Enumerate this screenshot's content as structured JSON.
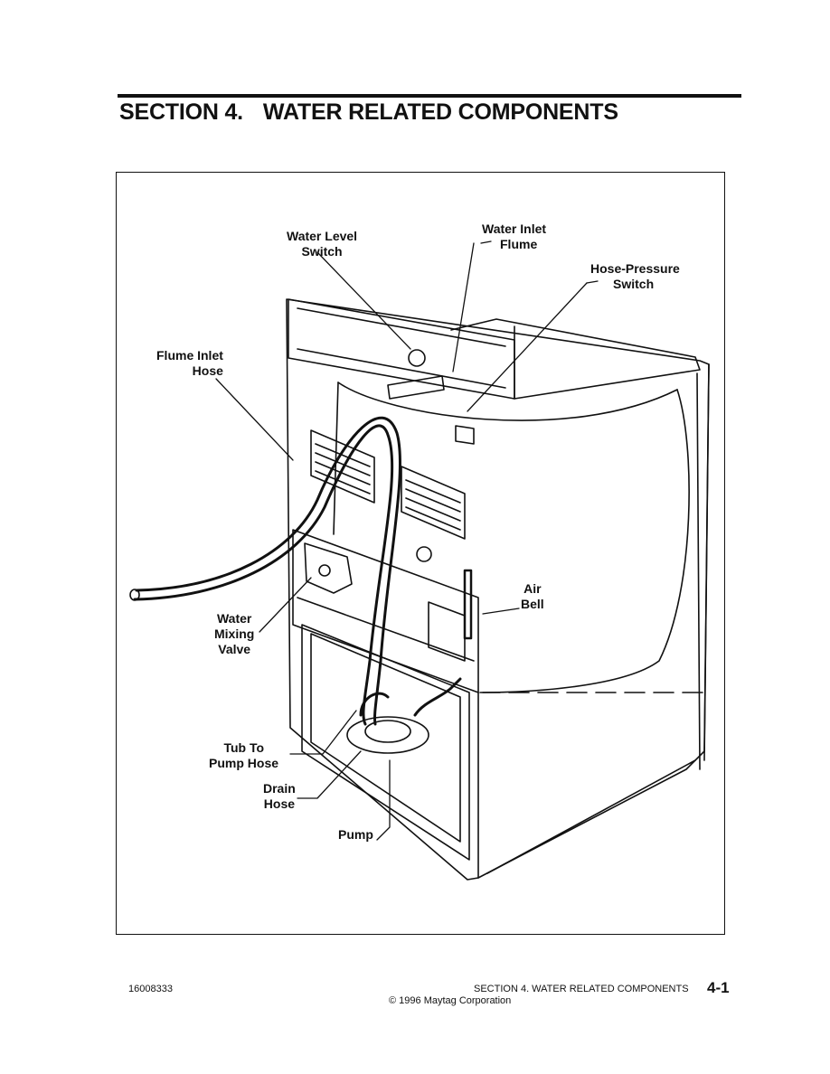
{
  "header": {
    "section": "SECTION 4.",
    "title": "WATER RELATED COMPONENTS"
  },
  "diagram": {
    "labels": {
      "water_level_switch": [
        "Water Level",
        "Switch"
      ],
      "water_inlet_flume": [
        "Water Inlet",
        "Flume"
      ],
      "hose_pressure_switch": [
        "Hose-Pressure",
        "Switch"
      ],
      "flume_inlet_hose": [
        "Flume Inlet",
        "Hose"
      ],
      "air_bell": [
        "Air",
        "Bell"
      ],
      "water_mixing_valve": [
        "Water",
        "Mixing",
        "Valve"
      ],
      "tub_to_pump_hose": [
        "Tub To",
        "Pump Hose"
      ],
      "drain_hose": [
        "Drain",
        "Hose"
      ],
      "pump": [
        "Pump"
      ]
    }
  },
  "footer": {
    "doc_number": "16008333",
    "section_text": "SECTION 4.  WATER RELATED COMPONENTS",
    "page": "4-1",
    "copyright": "© 1996 Maytag Corporation"
  }
}
